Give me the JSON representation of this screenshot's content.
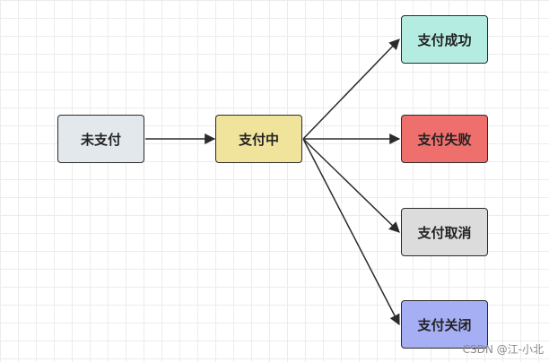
{
  "nodes": {
    "unpaid": {
      "label": "未支付",
      "color": "#e3e8ec"
    },
    "paying": {
      "label": "支付中",
      "color": "#f0e39c"
    },
    "success": {
      "label": "支付成功",
      "color": "#b4ece2"
    },
    "failed": {
      "label": "支付失败",
      "color": "#ee6f6c"
    },
    "cancel": {
      "label": "支付取消",
      "color": "#dcdcdc"
    },
    "closed": {
      "label": "支付关闭",
      "color": "#a6aef4"
    }
  },
  "edges": [
    [
      "unpaid",
      "paying"
    ],
    [
      "paying",
      "success"
    ],
    [
      "paying",
      "failed"
    ],
    [
      "paying",
      "cancel"
    ],
    [
      "paying",
      "closed"
    ]
  ],
  "watermark": "CSDN @江-小北"
}
